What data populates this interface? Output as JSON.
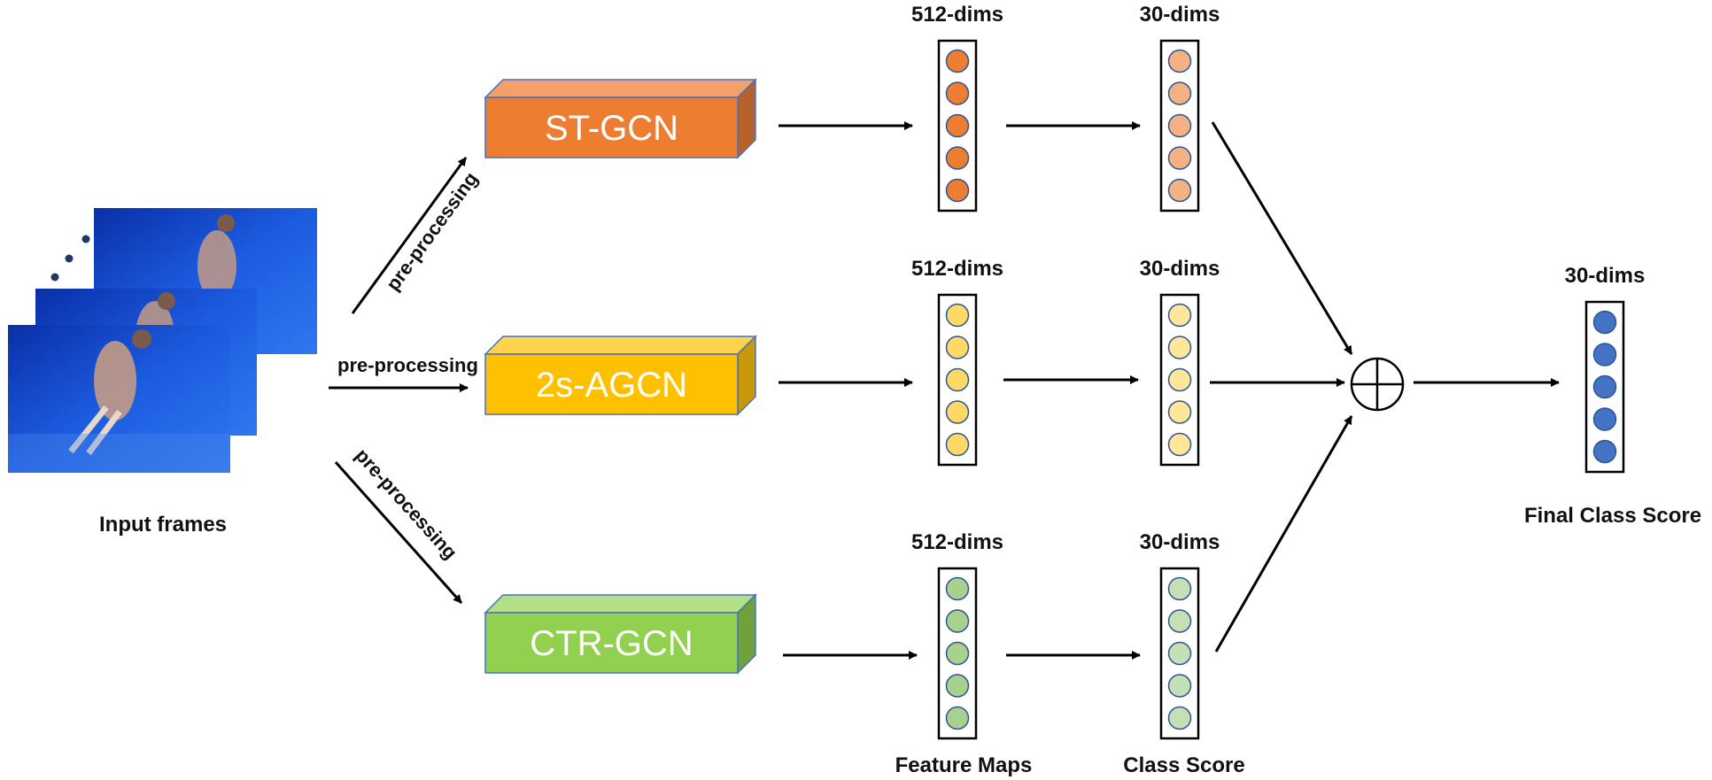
{
  "input": {
    "label": "Input frames"
  },
  "preprocess_label": "pre-processing",
  "models": [
    {
      "name": "ST-GCN",
      "front": "#ed7d31",
      "top": "#f4a06b",
      "side": "#b8612a",
      "stroke": "#4472c4"
    },
    {
      "name": "2s-AGCN",
      "front": "#ffc000",
      "top": "#ffd34d",
      "side": "#c9980a",
      "stroke": "#4472c4"
    },
    {
      "name": "CTR-GCN",
      "front": "#92d050",
      "top": "#b3df87",
      "side": "#6fa23b",
      "stroke": "#4472c4"
    }
  ],
  "columns": {
    "feature": {
      "dims": "512-dims",
      "caption": "Feature Maps"
    },
    "score": {
      "dims": "30-dims",
      "caption": "Class Score"
    },
    "final": {
      "dims": "30-dims",
      "caption": "Final Class Score"
    }
  },
  "colors": {
    "feature": [
      "#ed7d31",
      "#ffd966",
      "#a9d18e"
    ],
    "score": [
      "#f4b183",
      "#ffe699",
      "#c5e0b4"
    ],
    "final": "#4472c4",
    "circle_stroke": "#2f5597"
  },
  "fusion_symbol": "⊕"
}
